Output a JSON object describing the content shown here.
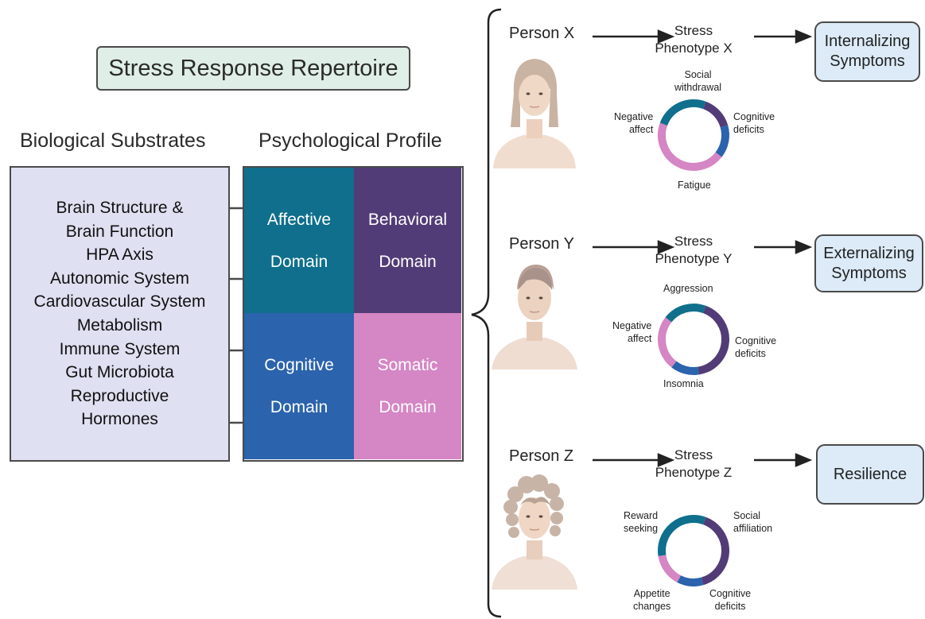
{
  "title": "Stress Response Repertoire",
  "biological": {
    "heading": "Biological Substrates",
    "items": [
      "Brain Structure &",
      "Brain Function",
      "HPA Axis",
      "Autonomic System",
      "Cardiovascular System",
      "Metabolism",
      "Immune System",
      "Gut Microbiota",
      "Reproductive",
      "Hormones"
    ]
  },
  "psychological": {
    "heading": "Psychological Profile",
    "domains": [
      {
        "line1": "Affective",
        "line2": "Domain",
        "color": "#0f6f8c"
      },
      {
        "line1": "Behavioral",
        "line2": "Domain",
        "color": "#523c77"
      },
      {
        "line1": "Cognitive",
        "line2": "Domain",
        "color": "#2b63ad"
      },
      {
        "line1": "Somatic",
        "line2": "Domain",
        "color": "#d586c4"
      }
    ]
  },
  "persons": [
    {
      "name": "Person X",
      "phenotype_line1": "Stress",
      "phenotype_line2": "Phenotype X",
      "outcome_line1": "Internalizing",
      "outcome_line2": "Symptoms",
      "ring_labels": {
        "top_a": "Social",
        "top_b": "withdrawal",
        "left_a": "Negative",
        "left_b": "affect",
        "right_a": "Cognitive",
        "right_b": "deficits",
        "bottom": "Fatigue"
      },
      "ring_shares": [
        {
          "domain": "Behavioral",
          "color": "#523c77",
          "fraction": 0.15
        },
        {
          "domain": "Cognitive",
          "color": "#2b63ad",
          "fraction": 0.15
        },
        {
          "domain": "Somatic",
          "color": "#d586c4",
          "fraction": 0.45
        },
        {
          "domain": "Affective",
          "color": "#0f6f8c",
          "fraction": 0.25
        }
      ]
    },
    {
      "name": "Person Y",
      "phenotype_line1": "Stress",
      "phenotype_line2": "Phenotype Y",
      "outcome_line1": "Externalizing",
      "outcome_line2": "Symptoms",
      "ring_labels": {
        "top": "Aggression",
        "left_a": "Negative",
        "left_b": "affect",
        "right_a": "Cognitive",
        "right_b": "deficits",
        "bottom": "Insomnia"
      },
      "ring_shares": [
        {
          "domain": "Behavioral",
          "color": "#523c77",
          "fraction": 0.42
        },
        {
          "domain": "Cognitive",
          "color": "#2b63ad",
          "fraction": 0.13
        },
        {
          "domain": "Somatic",
          "color": "#d586c4",
          "fraction": 0.25
        },
        {
          "domain": "Affective",
          "color": "#0f6f8c",
          "fraction": 0.2
        }
      ]
    },
    {
      "name": "Person Z",
      "phenotype_line1": "Stress",
      "phenotype_line2": "Phenotype Z",
      "outcome_line1": "Resilience",
      "outcome_line2": "",
      "ring_labels": {
        "left_top_a": "Reward",
        "left_top_b": "seeking",
        "right_top_a": "Social",
        "right_top_b": "affiliation",
        "bottom_left_a": "Appetite",
        "bottom_left_b": "changes",
        "bottom_right_a": "Cognitive",
        "bottom_right_b": "deficits"
      },
      "ring_shares": [
        {
          "domain": "Behavioral",
          "color": "#523c77",
          "fraction": 0.4
        },
        {
          "domain": "Cognitive",
          "color": "#2b63ad",
          "fraction": 0.12
        },
        {
          "domain": "Somatic",
          "color": "#d586c4",
          "fraction": 0.15
        },
        {
          "domain": "Affective",
          "color": "#0f6f8c",
          "fraction": 0.33
        }
      ]
    }
  ]
}
